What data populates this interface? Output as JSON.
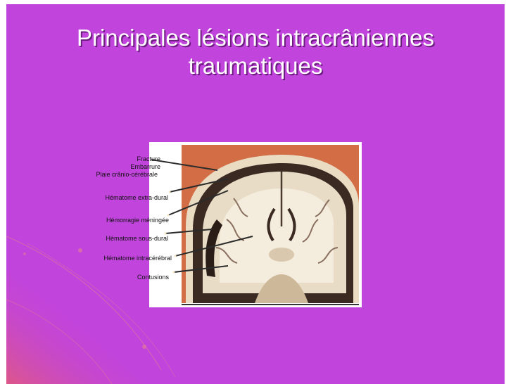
{
  "slide": {
    "title": "Principales lésions intracrâniennes traumatiques",
    "background_color": "#c144dc",
    "figure": {
      "labels": [
        "Fracture",
        "Embarrure",
        "Plaie crânio-cérébrale",
        "Hématome extra-dural",
        "Hémorragie méningée",
        "Hématome sous-dural",
        "Hématome intracérébral",
        "Contusions"
      ]
    }
  }
}
